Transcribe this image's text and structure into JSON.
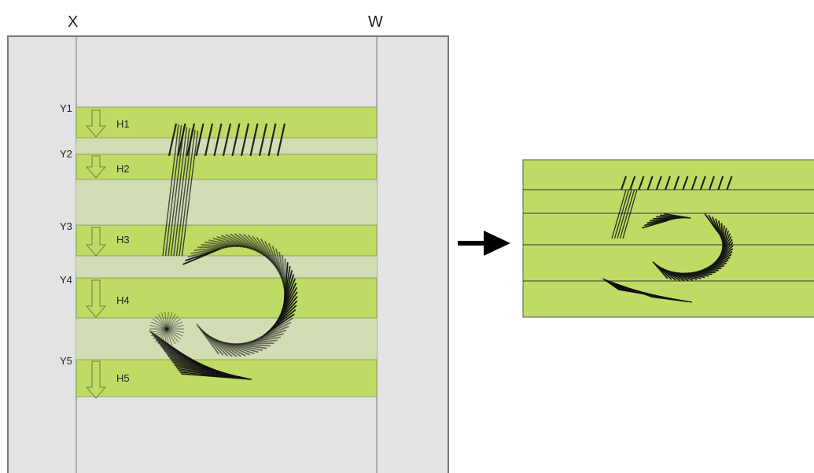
{
  "column_labels": {
    "left": "X",
    "right": "W"
  },
  "slices": [
    {
      "y_label": "Y1",
      "h_label": "H1"
    },
    {
      "y_label": "Y2",
      "h_label": "H2"
    },
    {
      "y_label": "Y3",
      "h_label": "H3"
    },
    {
      "y_label": "Y4",
      "h_label": "H4"
    },
    {
      "y_label": "Y5",
      "h_label": "H5"
    }
  ],
  "glyph": "5",
  "colors": {
    "slice_green": "#bedc64",
    "gap_green": "#d2ddb4",
    "panel_grey": "#e3e3e6",
    "frame": "#777777",
    "hatch": "#111111"
  }
}
